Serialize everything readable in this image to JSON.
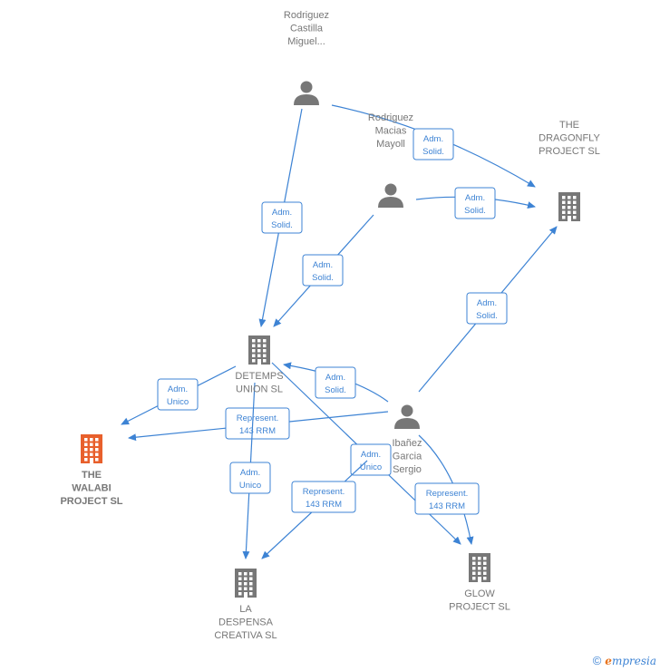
{
  "nodes": [
    {
      "id": "rodriguez_castilla",
      "type": "person",
      "label": [
        "Rodriguez",
        "Castilla",
        "Miguel..."
      ]
    },
    {
      "id": "rodriguez_macias",
      "type": "person",
      "label": [
        "Rodriguez",
        "Macias",
        "Mayoll"
      ]
    },
    {
      "id": "the_dragonfly",
      "type": "company",
      "label": [
        "THE",
        "DRAGONFLY",
        "PROJECT  SL"
      ]
    },
    {
      "id": "detemps",
      "type": "company",
      "label": [
        "DETEMPS",
        "UNION SL"
      ]
    },
    {
      "id": "ibanez",
      "type": "person",
      "label": [
        "Ibañez",
        "Garcia",
        "Sergio"
      ]
    },
    {
      "id": "the_walabi",
      "type": "company",
      "focus": true,
      "label": [
        "THE",
        "WALABI",
        "PROJECT  SL"
      ]
    },
    {
      "id": "la_despensa",
      "type": "company",
      "label": [
        "LA",
        "DESPENSA",
        "CREATIVA  SL"
      ]
    },
    {
      "id": "glow",
      "type": "company",
      "label": [
        "GLOW",
        "PROJECT  SL"
      ]
    }
  ],
  "edges": [
    {
      "from": "rodriguez_castilla",
      "to": "detemps",
      "label": [
        "Adm.",
        "Solid."
      ]
    },
    {
      "from": "rodriguez_castilla",
      "to": "the_dragonfly",
      "label": [
        "Adm.",
        "Solid."
      ]
    },
    {
      "from": "rodriguez_macias",
      "to": "the_dragonfly",
      "label": [
        "Adm.",
        "Solid."
      ]
    },
    {
      "from": "rodriguez_macias",
      "to": "detemps",
      "label": [
        "Adm.",
        "Solid."
      ]
    },
    {
      "from": "ibanez",
      "to": "the_dragonfly",
      "label": [
        "Adm.",
        "Solid."
      ]
    },
    {
      "from": "ibanez",
      "to": "detemps",
      "label": [
        "Adm.",
        "Solid."
      ]
    },
    {
      "from": "detemps",
      "to": "the_walabi",
      "label": [
        "Adm.",
        "Unico"
      ]
    },
    {
      "from": "ibanez",
      "to": "the_walabi",
      "label": [
        "Represent.",
        "143 RRM"
      ]
    },
    {
      "from": "detemps",
      "to": "la_despensa",
      "label": [
        "Adm.",
        "Unico"
      ]
    },
    {
      "from": "detemps",
      "to": "glow",
      "label": [
        "Adm.",
        "Unico"
      ]
    },
    {
      "from": "ibanez",
      "to": "la_despensa",
      "label": [
        "Represent.",
        "143 RRM"
      ]
    },
    {
      "from": "ibanez",
      "to": "glow",
      "label": [
        "Represent.",
        "143 RRM"
      ]
    }
  ],
  "colors": {
    "edge": "#3d83d4",
    "node": "#777777",
    "focus": "#e8602c"
  },
  "footer": {
    "copyright": "©",
    "brand_initial": "e",
    "brand_rest": "mpresia"
  }
}
